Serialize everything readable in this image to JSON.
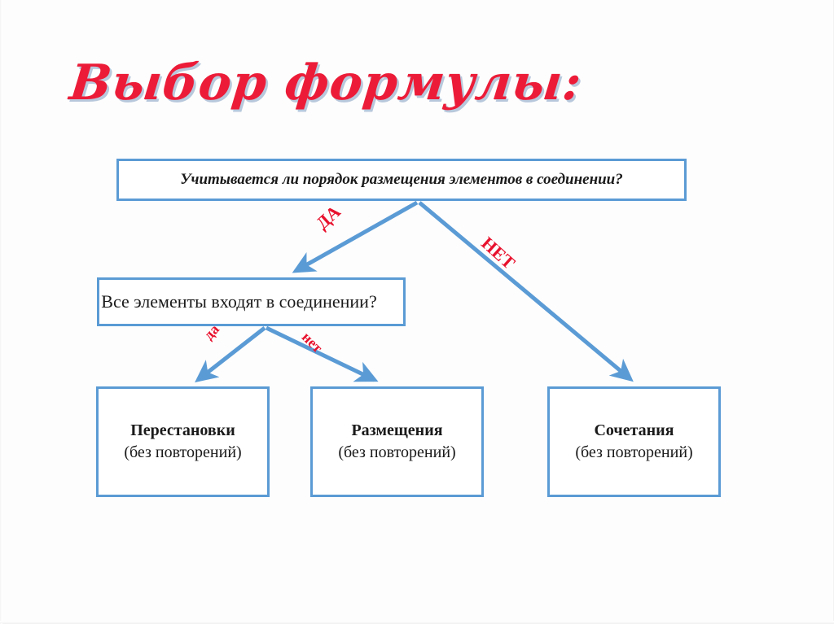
{
  "slide": {
    "title": "Выбор формулы:",
    "background_color": "#fdfdfd",
    "title_color": "#ec1c38",
    "accent_color": "#5b9bd5",
    "label_color": "#e8112d"
  },
  "nodes": {
    "question_1": {
      "text": "Учитывается ли порядок размещения элементов в соединении?"
    },
    "question_2": {
      "text": "Все элементы входят в соединении?"
    },
    "result_1": {
      "title": "Перестановки",
      "subtitle": "(без повторений)"
    },
    "result_2": {
      "title": "Размещения",
      "subtitle": "(без повторений)"
    },
    "result_3": {
      "title": "Сочетания",
      "subtitle": "(без повторений)"
    }
  },
  "edges": {
    "q1_yes": "ДА",
    "q1_no": "НЕТ",
    "q2_yes": "да",
    "q2_no": "нет"
  }
}
